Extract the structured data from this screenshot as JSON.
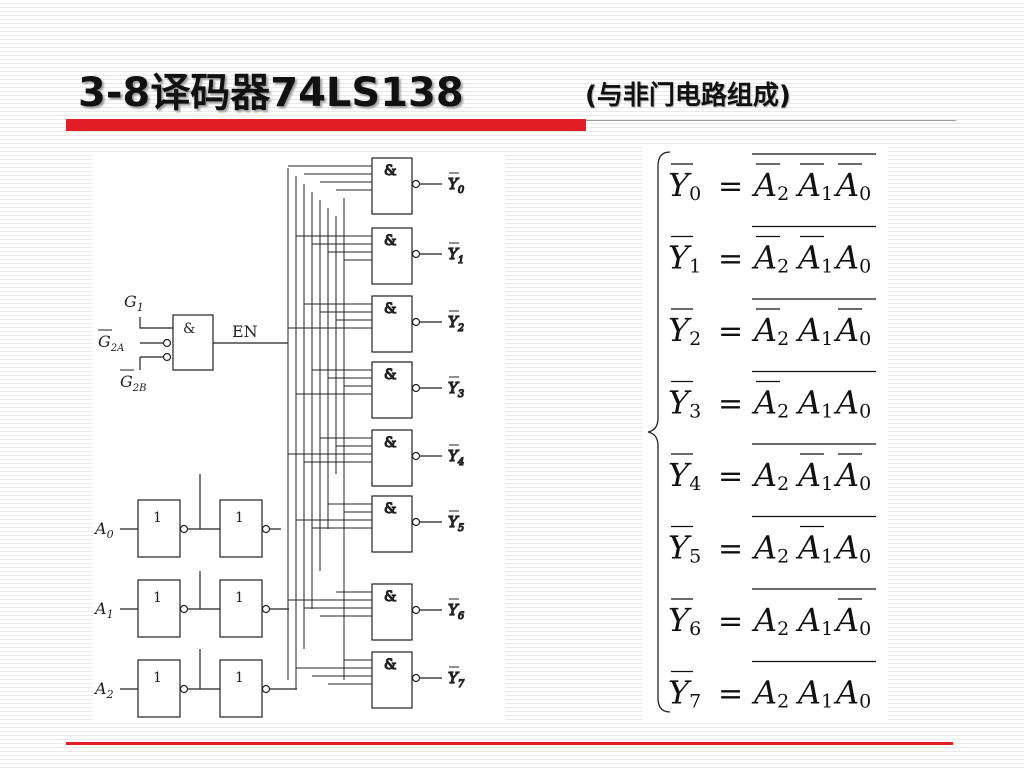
{
  "slide": {
    "title": "3-8译码器74LS138",
    "subtitle": "(与非门电路组成)"
  },
  "colors": {
    "accent_red": "#e31d25",
    "ink": "#111111",
    "rule_gray": "#9a9a9a"
  },
  "circuit": {
    "enable_inputs": [
      "G",
      "G",
      "G"
    ],
    "enable_subscripts": [
      "1",
      "2A",
      "2B"
    ],
    "enable_label": "EN",
    "and_symbol": "&",
    "not_symbol": "1",
    "address_inputs": [
      "A",
      "A",
      "A"
    ],
    "address_subscripts": [
      "0",
      "1",
      "2"
    ],
    "outputs": [
      "Y",
      "Y",
      "Y",
      "Y",
      "Y",
      "Y",
      "Y",
      "Y"
    ],
    "output_subscripts": [
      "0",
      "1",
      "2",
      "3",
      "4",
      "5",
      "6",
      "7"
    ]
  },
  "equations": {
    "lhs_letter": "Y",
    "equals": "=",
    "var_letter": "A",
    "var_subscripts": [
      "2",
      "1",
      "0"
    ],
    "rows": [
      {
        "index": "0",
        "bits": [
          0,
          0,
          0
        ]
      },
      {
        "index": "1",
        "bits": [
          0,
          0,
          1
        ]
      },
      {
        "index": "2",
        "bits": [
          0,
          1,
          0
        ]
      },
      {
        "index": "3",
        "bits": [
          0,
          1,
          1
        ]
      },
      {
        "index": "4",
        "bits": [
          1,
          0,
          0
        ]
      },
      {
        "index": "5",
        "bits": [
          1,
          0,
          1
        ]
      },
      {
        "index": "6",
        "bits": [
          1,
          1,
          0
        ]
      },
      {
        "index": "7",
        "bits": [
          1,
          1,
          1
        ]
      }
    ]
  }
}
